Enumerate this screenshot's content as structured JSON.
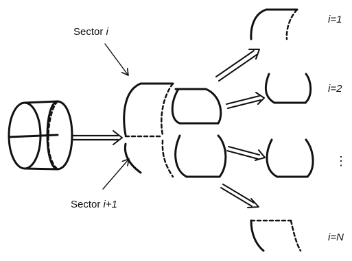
{
  "labels": {
    "sector_prefix": "Sector ",
    "sector_i_index": "i",
    "sector_next_prefix": "Sector ",
    "sector_next_index": "i+1",
    "row_1": "i=1",
    "row_2": "i=2",
    "row_ellipsis": "⋮",
    "row_n": "i=N"
  },
  "style": {
    "stroke": "#111111",
    "background": "#ffffff"
  }
}
